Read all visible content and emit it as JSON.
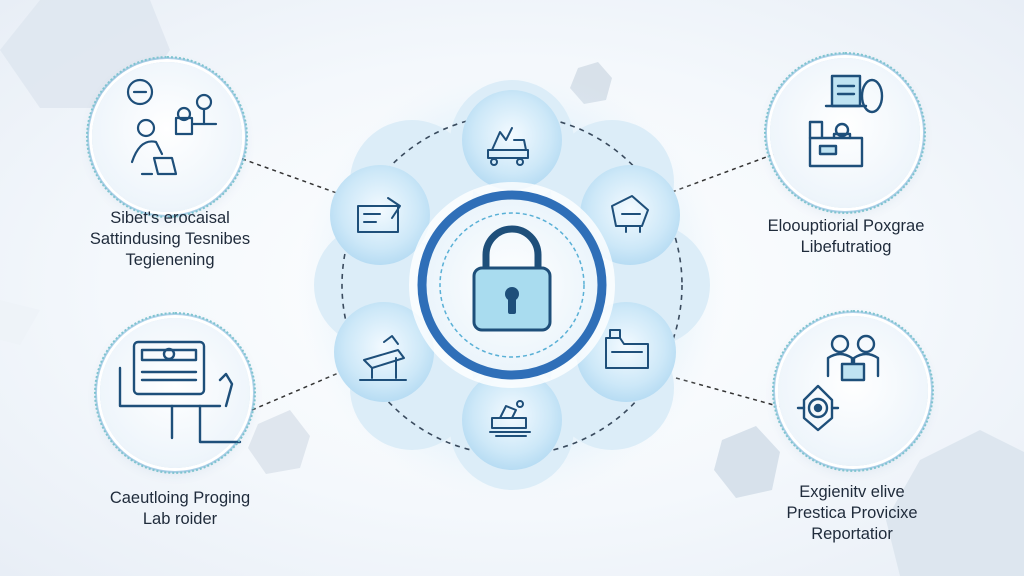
{
  "accent_color": "#2f6fb8",
  "icon_color": "#1e5a8c",
  "center": {
    "icon": "padlock-icon"
  },
  "ring_icons": [
    "machinery-icon",
    "workbench-icon",
    "press-tool-icon",
    "folder-icon",
    "conveyor-icon",
    "drafting-table-icon"
  ],
  "features": [
    {
      "icon": "team-settings-icon",
      "lines": [
        "Sibet's erocaisal",
        "Sattindusing Tesnibes",
        "Tegienening"
      ]
    },
    {
      "icon": "monitor-workstation-icon",
      "lines": [
        "Caeutloing Proging",
        "Lab roider"
      ]
    },
    {
      "icon": "document-scanner-icon",
      "lines": [
        "Eloouptiorial Poxgrae",
        "Libefutratiog"
      ]
    },
    {
      "icon": "people-shield-icon",
      "lines": [
        "Exgienitv elive",
        "Prestica Provicixe",
        "Reportatior"
      ]
    }
  ]
}
